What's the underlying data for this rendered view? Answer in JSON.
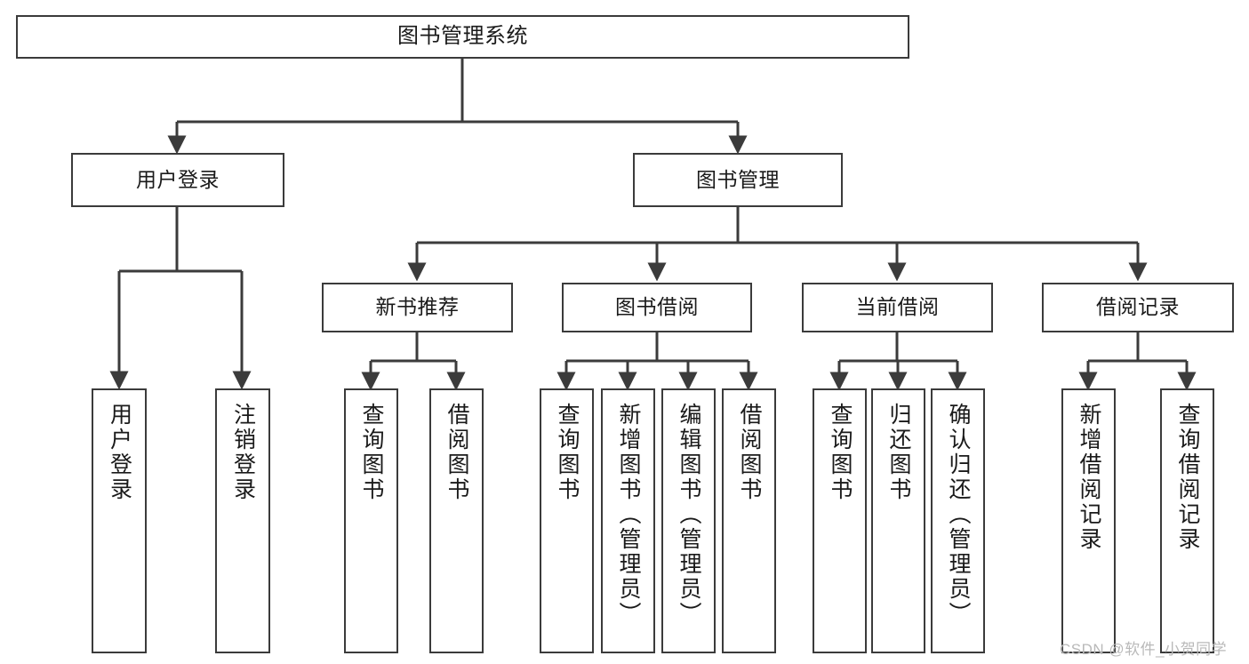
{
  "diagram": {
    "title": "图书管理系统",
    "type": "hierarchy-tree",
    "orientation": "top-down",
    "style": {
      "box_stroke": "#3b3b3b",
      "box_fill": "#ffffff",
      "connector_stroke": "#3b3b3b",
      "text_color": "#1a1a1a",
      "background": "#ffffff"
    },
    "levels": 3,
    "root": {
      "id": "root",
      "label": "图书管理系统"
    },
    "level2": [
      {
        "id": "user-login",
        "label": "用户登录"
      },
      {
        "id": "book-manage",
        "label": "图书管理"
      }
    ],
    "level3": [
      {
        "id": "new-book-recommend",
        "label": "新书推荐",
        "parent": "book-manage"
      },
      {
        "id": "book-borrow",
        "label": "图书借阅",
        "parent": "book-manage"
      },
      {
        "id": "current-borrow",
        "label": "当前借阅",
        "parent": "book-manage"
      },
      {
        "id": "borrow-record",
        "label": "借阅记录",
        "parent": "book-manage"
      }
    ],
    "leaves": [
      {
        "id": "leaf-user-login",
        "label": "用户登录",
        "parent": "user-login"
      },
      {
        "id": "leaf-logout-login",
        "label": "注销登录",
        "parent": "user-login"
      },
      {
        "id": "leaf-query-book-1",
        "label": "查询图书",
        "parent": "new-book-recommend"
      },
      {
        "id": "leaf-borrow-book-1",
        "label": "借阅图书",
        "parent": "new-book-recommend"
      },
      {
        "id": "leaf-query-book-2",
        "label": "查询图书",
        "parent": "book-borrow"
      },
      {
        "id": "leaf-add-book",
        "label": "新增图书（管理员）",
        "parent": "book-borrow"
      },
      {
        "id": "leaf-edit-book",
        "label": "编辑图书（管理员）",
        "parent": "book-borrow"
      },
      {
        "id": "leaf-borrow-book-2",
        "label": "借阅图书",
        "parent": "book-borrow"
      },
      {
        "id": "leaf-query-book-3",
        "label": "查询图书",
        "parent": "current-borrow"
      },
      {
        "id": "leaf-return-book",
        "label": "归还图书",
        "parent": "current-borrow"
      },
      {
        "id": "leaf-confirm-return",
        "label": "确认归还（管理员）",
        "parent": "current-borrow"
      },
      {
        "id": "leaf-add-record",
        "label": "新增借阅记录",
        "parent": "borrow-record"
      },
      {
        "id": "leaf-query-record",
        "label": "查询借阅记录",
        "parent": "borrow-record"
      }
    ]
  },
  "watermark": {
    "text": "CSDN @软件_小贺同学"
  }
}
